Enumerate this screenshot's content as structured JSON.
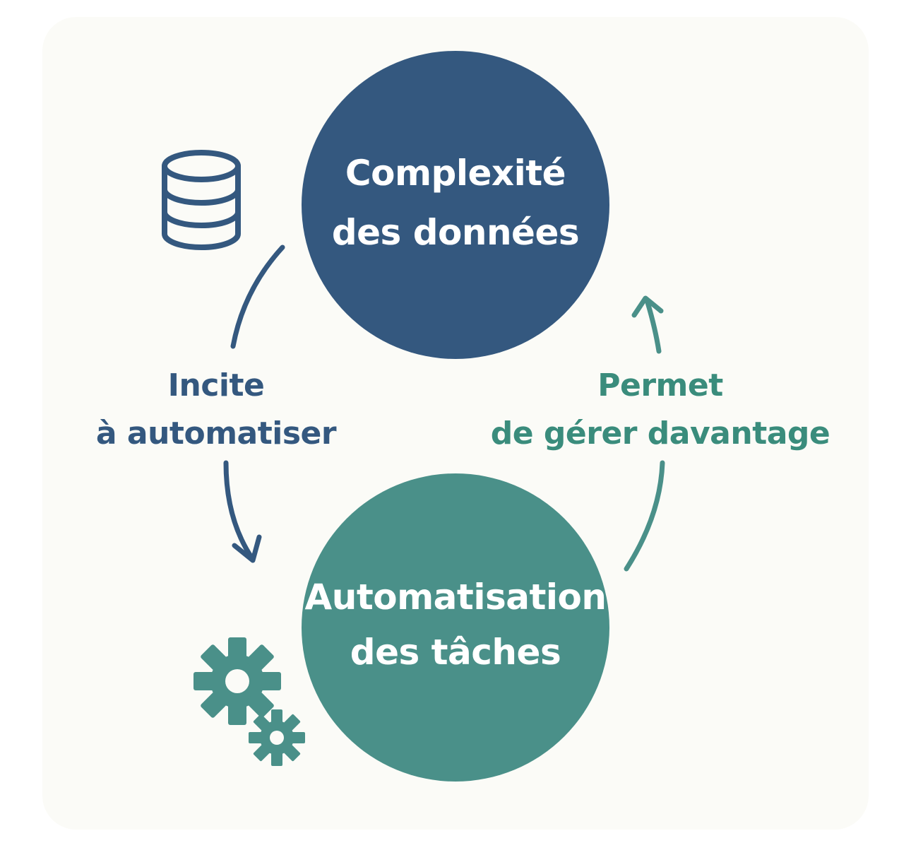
{
  "nodes": {
    "top": {
      "line1": "Complexité",
      "line2": "des données",
      "color": "#34587f"
    },
    "bottom": {
      "line1": "Automatisation",
      "line2": "des tâches",
      "color": "#4a9089"
    }
  },
  "edges": {
    "left": {
      "line1": "Incite",
      "line2": "à automatiser",
      "color": "#34587f"
    },
    "right": {
      "line1": "Permet",
      "line2": "de gérer davantage",
      "color": "#3a8c7c"
    }
  },
  "icons": {
    "database": "database-icon",
    "gears": "gears-icon"
  },
  "colors": {
    "background": "#fbfbf7",
    "text_light": "#ffffff"
  }
}
